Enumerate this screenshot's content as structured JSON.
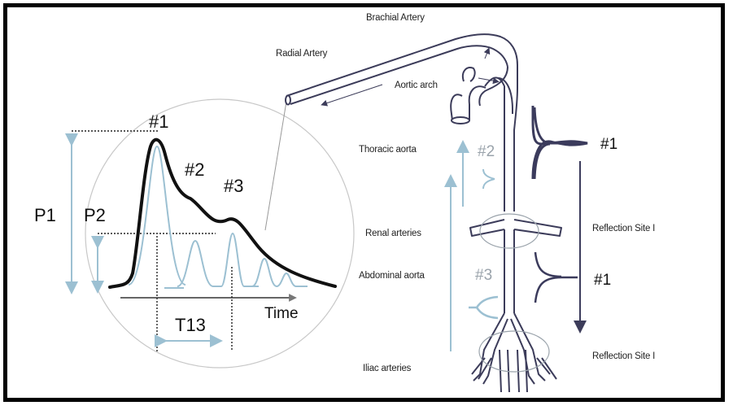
{
  "labels": {
    "brachial": "Brachial Artery",
    "radial": "Radial Artery",
    "aortic_arch": "Aortic arch",
    "thoracic": "Thoracic aorta",
    "renal": "Renal arteries",
    "abdominal": "Abdominal aorta",
    "iliac": "Iliac arteries",
    "reflection_1": "Reflection Site I",
    "reflection_2": "Reflection Site I"
  },
  "pulse": {
    "peak1": "#1",
    "peak2": "#2",
    "peak3": "#3",
    "p1": "P1",
    "p2": "P2",
    "time": "Time",
    "t13": "T13"
  },
  "wave_labels": {
    "incident_top": "#1",
    "incident_bottom": "#1",
    "reflected_2": "#2",
    "reflected_3": "#3"
  },
  "colors": {
    "vessel": "#3c3c5a",
    "light_blue": "#9cc0d2",
    "wave_dark": "#3b3b5c"
  }
}
